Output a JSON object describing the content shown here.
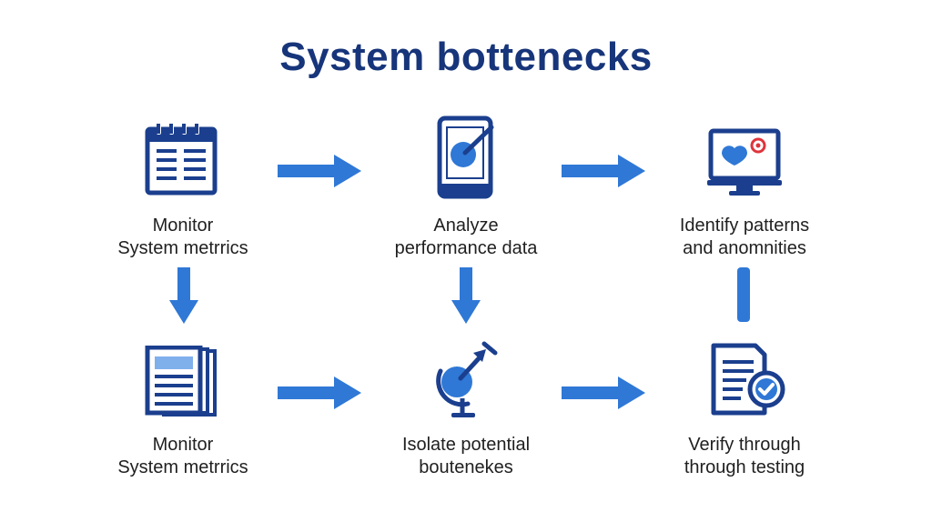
{
  "title": "System bottenecks",
  "colors": {
    "dark_blue": "#1b3f8e",
    "accent_blue": "#2f78d6",
    "light_blue": "#7fb0ec",
    "title": "#17357a",
    "red_dot": "#e0343c"
  },
  "steps": [
    {
      "line1": "Monitor",
      "line2": "System metrrics",
      "icon": "calendar-list-icon"
    },
    {
      "line1": "Analyze",
      "line2": "performance data",
      "icon": "tablet-pen-icon"
    },
    {
      "line1": "Identify patterns",
      "line2": "and anomnities",
      "icon": "monitor-alert-icon"
    },
    {
      "line1": "Monitor",
      "line2": "System metrrics",
      "icon": "stacked-documents-icon"
    },
    {
      "line1": "Isolate potential",
      "line2": "boutenekes",
      "icon": "probe-antenna-icon"
    },
    {
      "line1": "Verify through",
      "line2": "through testing",
      "icon": "document-check-icon"
    }
  ]
}
